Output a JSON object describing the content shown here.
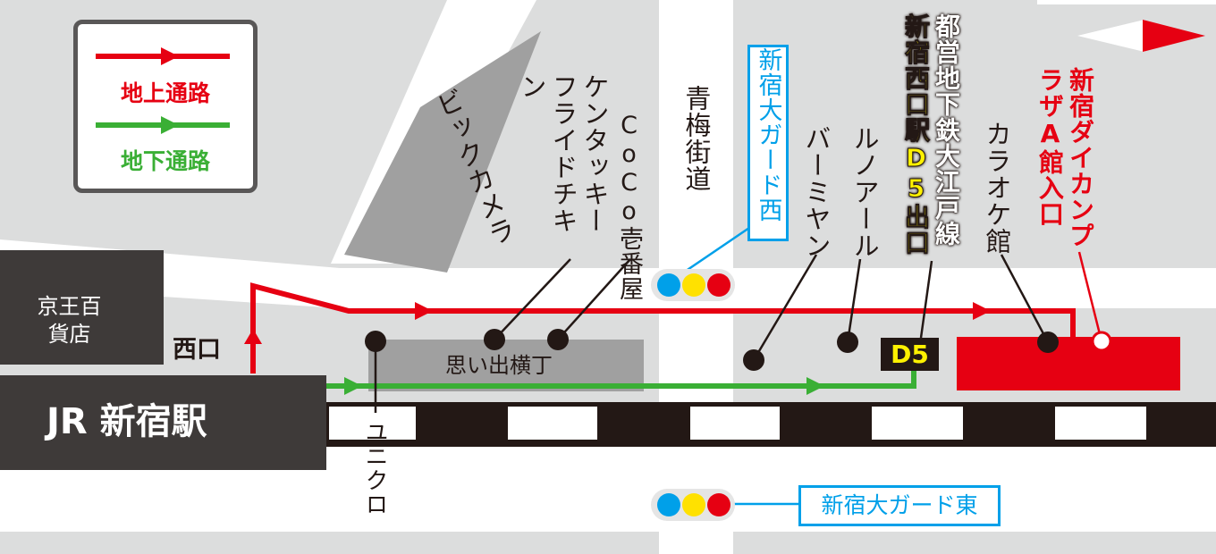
{
  "legend": {
    "above_ground": "地上通路",
    "underground": "地下通路",
    "above_ground_color": "#e60012",
    "underground_color": "#3aaf35"
  },
  "stations": {
    "jr_shinjuku": "JR 新宿駅",
    "west_exit": "西口",
    "keio": "京王百貨店"
  },
  "landmarks": {
    "bic_camera": "ビックカメラ",
    "kfc": "ケンタッキーフライドチキン",
    "coco": "CoCo壱番屋",
    "ome_kaido": "青梅街道",
    "omoide_yokocho": "思い出横丁",
    "uniqlo": "ユニクロ",
    "bamiyan": "バーミヤン",
    "renoir": "ルノアール",
    "karaoke": "カラオケ館",
    "oedo_line": "都営地下鉄大江戸線",
    "d5_exit": "新宿西口駅D5出口",
    "d5_badge": "D5",
    "daikan": "新宿ダイカンプラザA館入口",
    "guard_west": "新宿大ガード西",
    "guard_east": "新宿大ガード東"
  }
}
